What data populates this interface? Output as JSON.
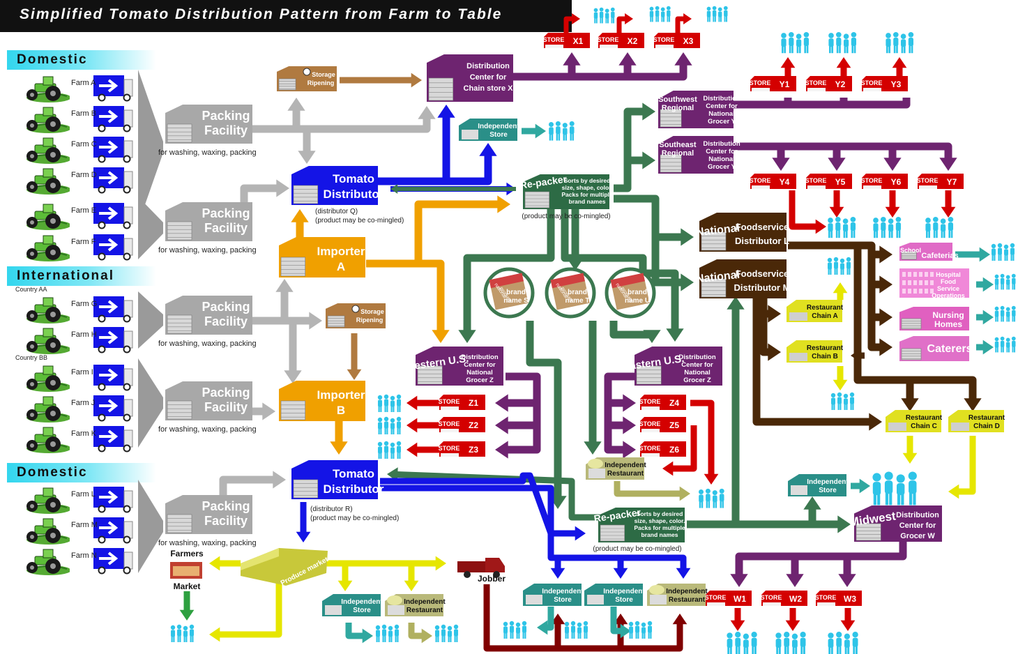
{
  "title": "Simplified Tomato Distribution Pattern from Farm to Table",
  "regions": {
    "domestic_top": "Domestic",
    "international": "International",
    "domestic_bottom": "Domestic"
  },
  "countries": {
    "aa": "Country AA",
    "bb": "Country BB"
  },
  "farms": [
    "Farm A",
    "Farm B",
    "Farm C",
    "Farm D",
    "Farm E",
    "Farm F",
    "Farm G",
    "Farm H",
    "Farm I",
    "Farm J",
    "Farm K",
    "Farm L",
    "Farm M",
    "Farm N"
  ],
  "packing": {
    "line1": "Packing",
    "line2": "Facility",
    "caption": "for washing, waxing, packing"
  },
  "storage": {
    "line1": "Storage",
    "line2": "Ripening"
  },
  "tomato_distributor": {
    "line1": "Tomato",
    "line2": "Distributor"
  },
  "distributor_q": {
    "line1": "(distributor Q)",
    "line2": "(product may be co-mingled)"
  },
  "distributor_r": {
    "line1": "(distributor R)",
    "line2": "(product may be co-mingled)"
  },
  "importer": {
    "label": "Importer",
    "a": "A",
    "b": "B"
  },
  "repacker": {
    "title": "Re-packer",
    "l1": "Sorts by desired",
    "l2": "size, shape, color.",
    "l3": "Packs for multiple",
    "l4": "brand names",
    "caption": "(product may be co-mingled)"
  },
  "dc_chain_x": {
    "l1": "Distribution",
    "l2": "Center for",
    "l3": "Chain store X"
  },
  "dc_grocer": {
    "l1": "Distribution",
    "l2": "Center for",
    "l3": "National",
    "l4": "Grocer Y",
    "l4z": "Grocer  Z"
  },
  "southwest": {
    "l1": "Southwest",
    "l2": "Regional"
  },
  "southeast": {
    "l1": "Southeast",
    "l2": "Regional"
  },
  "western": "Western U.S.",
  "eastern": "Eastern U.S.",
  "midwest": {
    "name": "Midwest",
    "l1": "Distribution",
    "l2": "Center for",
    "l3": "Grocer W"
  },
  "foodservice": {
    "national": "National",
    "food": "Foodservice",
    "l": "Distributor L",
    "m": "Distributor M"
  },
  "brand": {
    "national": "national",
    "produce": "produce",
    "brand": "brand",
    "s": "name S",
    "t": "name T",
    "u": "name U"
  },
  "store_word": "STORE",
  "stores": {
    "x": [
      "X1",
      "X2",
      "X3"
    ],
    "y_top": [
      "Y1",
      "Y2",
      "Y3"
    ],
    "y_bot": [
      "Y4",
      "Y5",
      "Y6",
      "Y7"
    ],
    "z": [
      "Z1",
      "Z2",
      "Z3"
    ],
    "z_east": [
      "Z4",
      "Z5",
      "Z6"
    ],
    "w": [
      "W1",
      "W2",
      "W3"
    ]
  },
  "independent_store": {
    "l1": "Independent",
    "l2": "Store"
  },
  "independent_restaurant": {
    "l1": "Independent",
    "l2": "Restaurant"
  },
  "restaurant_chain": {
    "l1": "Restaurant",
    "a": "Chain A",
    "b": "Chain B",
    "c": "Chain C",
    "d": "Chain D"
  },
  "institutions": {
    "school": "School",
    "cafeterias": "Cafeterias",
    "hospital": [
      "Hospital",
      "Food",
      "Service",
      "Operations"
    ],
    "nursing": [
      "Nursing",
      "Homes"
    ],
    "caterers": "Caterers"
  },
  "farmers_market": {
    "l1": "Farmers",
    "l2": "Market"
  },
  "produce_market": "Produce market",
  "jobber": "Jobber",
  "colors": {
    "blue": "#1414e6",
    "orange": "#f0a000",
    "green": "#3c7850",
    "purple": "#6e2470",
    "brown": "#4a2808",
    "red": "#d40000",
    "yellow": "#e6e600",
    "teal": "#30a8a0",
    "gray": "#b4b4b4",
    "tan": "#b07a40",
    "khaki": "#b0b060",
    "people": "#2ec4e8"
  }
}
